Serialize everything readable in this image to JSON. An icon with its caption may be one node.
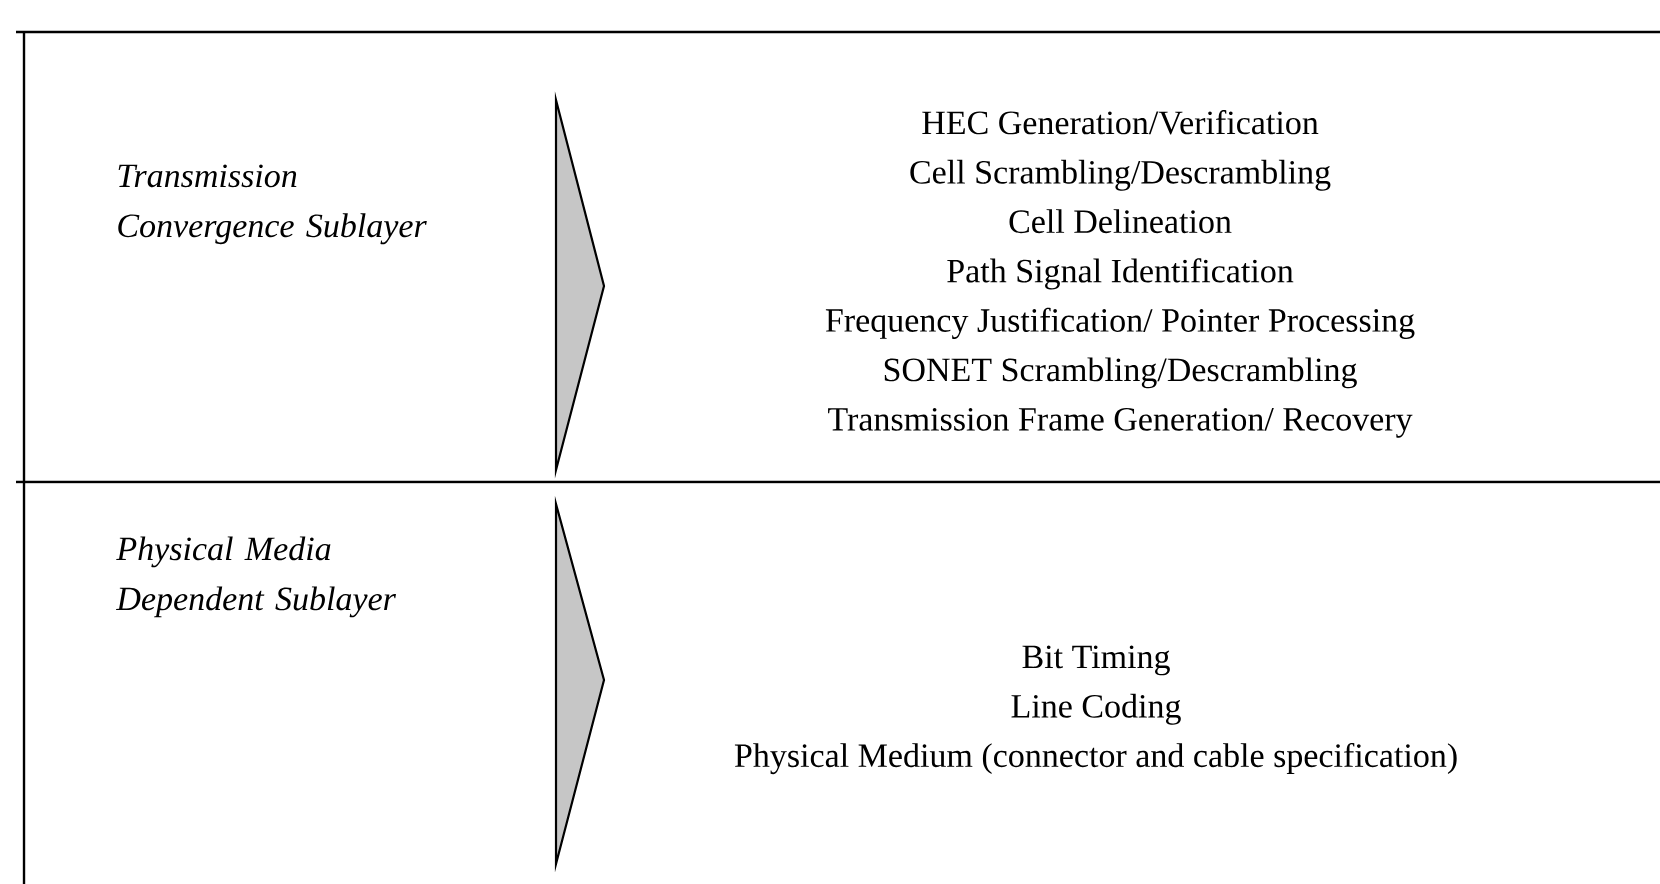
{
  "diagram": {
    "nodes": [
      {
        "text": [
          "Transmission Convergence Sublayer",
          "HEC Generation/Verification",
          "Cell Scrambling/Descrambling",
          "Cell Delineation",
          "Path Signal Identification",
          "Frequency Justification/ Pointer Processing",
          "SONET Scrambling/Descrambling",
          "Transmission Frame Generation/ Recovery"
        ]
      },
      {
        "text": [
          "Physical Media Dependent Sublayer",
          "Bit Timing",
          "Line Coding",
          "Physical Medium (connector and cable specification)"
        ]
      }
    ]
  }
}
